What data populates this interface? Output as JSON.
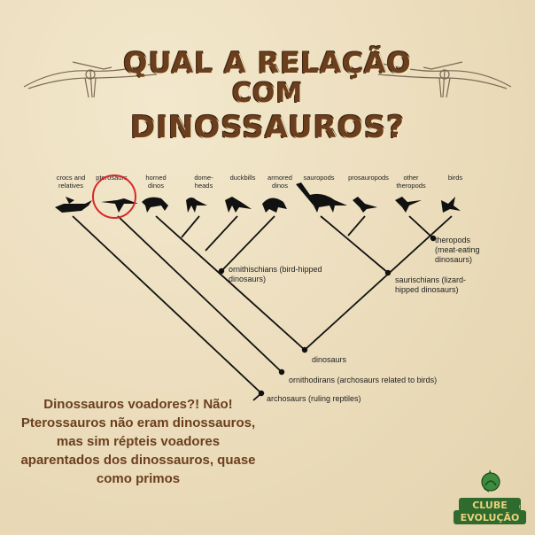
{
  "title": {
    "line1": "QUAL A RELAÇÃO",
    "line2": "COM",
    "line3": "DINOSSAUROS?"
  },
  "taxa": [
    {
      "id": "crocs",
      "label": "crocs and\nrelatives"
    },
    {
      "id": "pterosaurs",
      "label": "pterosaurs"
    },
    {
      "id": "horned",
      "label": "horned\ndinos"
    },
    {
      "id": "domeheads",
      "label": "dome-\nheads"
    },
    {
      "id": "duckbills",
      "label": "duckbills"
    },
    {
      "id": "armored",
      "label": "armored\ndinos"
    },
    {
      "id": "sauropods",
      "label": "sauropods"
    },
    {
      "id": "prosauropods",
      "label": "prosauropods"
    },
    {
      "id": "theropods_other",
      "label": "other\ntheropods"
    },
    {
      "id": "birds",
      "label": "birds"
    }
  ],
  "nodes": {
    "theropods": "theropods\n(meat-eating\ndinosaurs)",
    "ornithischians": "ornithischians (bird-hipped\ndinosaurs)",
    "saurischians": "saurischians (lizard-\nhipped dinosaurs)",
    "dinosaurs": "dinosaurs",
    "ornithodirans": "ornithodirans (archosaurs related to birds)",
    "archosaurs": "archosaurs (ruling reptiles)"
  },
  "highlight_color": "#d62828",
  "bottom_text": "Dinossauros voadores?! Não! Pterossauros não eram dinossauros, mas sim répteis voadores aparentados dos dinossauros, quase como primos",
  "logo": {
    "line1": "CLUBE",
    "small": "DA",
    "line2": "EVOLUÇÃO"
  }
}
